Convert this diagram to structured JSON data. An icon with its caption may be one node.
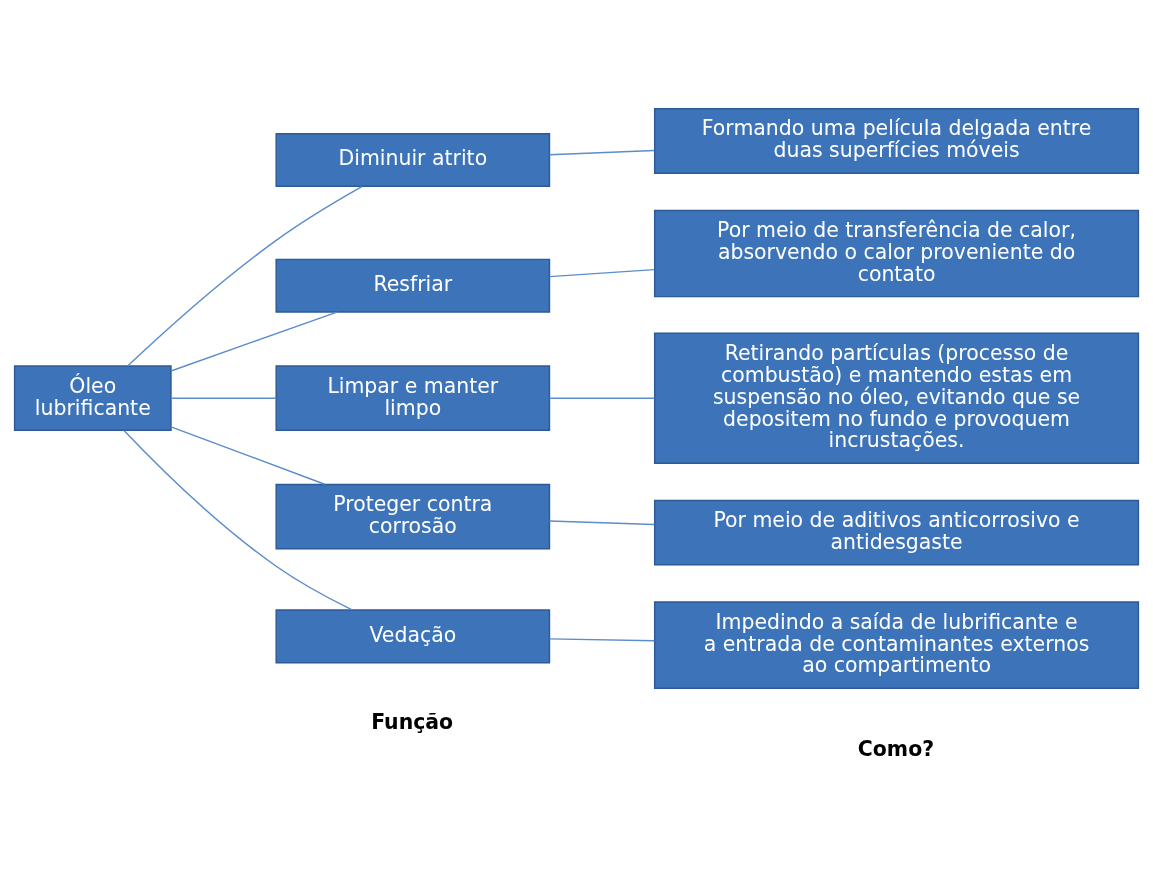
{
  "diagram": {
    "nodes": [
      {
        "text": [
          "Óleo lubrificante"
        ]
      },
      {
        "text": [
          "Diminuir atrito"
        ]
      },
      {
        "text": [
          "Resfriar"
        ]
      },
      {
        "text": [
          "Limpar e manter limpo"
        ]
      },
      {
        "text": [
          "Proteger contra corrosão"
        ]
      },
      {
        "text": [
          "Vedação"
        ]
      },
      {
        "text": [
          "Formando uma película delgada entre duas superfícies móveis"
        ]
      },
      {
        "text": [
          "Por meio de transferência de calor, absorvendo o calor proveniente do contato"
        ]
      },
      {
        "text": [
          "Retirando partículas (processo de combustão) e mantendo estas em suspensão no óleo, evitando que se depositem no fundo e provoquem incrustações."
        ]
      },
      {
        "text": [
          "Por meio de aditivos anticorrosivo e antidesgaste"
        ]
      },
      {
        "text": [
          "Impedindo a saída de lubrificante e a entrada de contaminantes externos ao compartimento"
        ]
      }
    ],
    "edges": [
      {
        "from": 0,
        "to": 1,
        "arrow": "none"
      },
      {
        "from": 0,
        "to": 2,
        "arrow": "none"
      },
      {
        "from": 0,
        "to": 3,
        "arrow": "none"
      },
      {
        "from": 0,
        "to": 4,
        "arrow": "none"
      },
      {
        "from": 0,
        "to": 5,
        "arrow": "none"
      },
      {
        "from": 1,
        "to": 6,
        "arrow": "none"
      },
      {
        "from": 2,
        "to": 7,
        "arrow": "none"
      },
      {
        "from": 3,
        "to": 8,
        "arrow": "none"
      },
      {
        "from": 4,
        "to": 9,
        "arrow": "none"
      },
      {
        "from": 5,
        "to": 10,
        "arrow": "none"
      }
    ],
    "labels": [
      "Função",
      "Como?"
    ]
  }
}
